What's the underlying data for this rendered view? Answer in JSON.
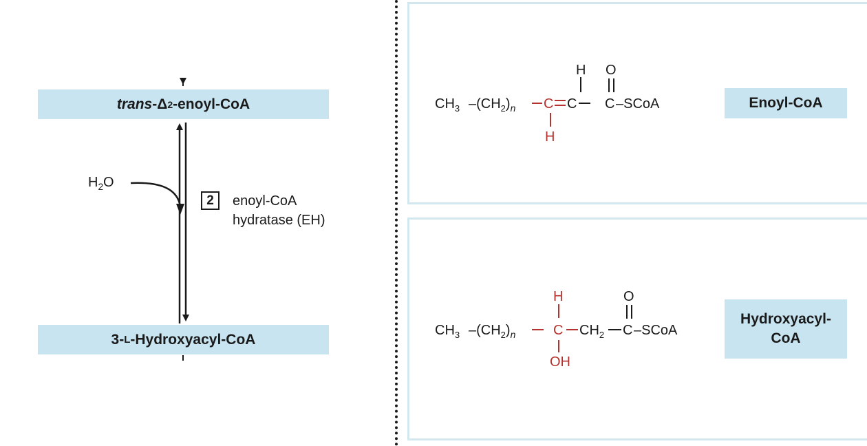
{
  "pathway": {
    "top_label": {
      "italic": "trans",
      "rest": "-Δ",
      "sup": "2",
      "tail": "-enoyl-CoA"
    },
    "bottom_label": {
      "prefix": "3-",
      "smallcaps": "L",
      "tail": "-Hydroxyacyl-CoA"
    },
    "water": {
      "main": "H",
      "sub": "2",
      "tail": "O"
    },
    "enzyme": {
      "number": "2",
      "line1": "enoyl-CoA",
      "line2": "hydratase (EH)"
    }
  },
  "structures": {
    "enoyl": {
      "ch3": "CH",
      "ch3_sub": "3",
      "chain": "–(CH",
      "chain_sub": "2",
      "chain_close": ")",
      "n": "n",
      "double_c1": "C",
      "double_c2": "C",
      "carbonyl_c": "C",
      "h_top": "H",
      "h_bottom": "H",
      "o": "O",
      "scoa": "–SCoA",
      "name": "Enoyl-CoA"
    },
    "hydroxy": {
      "ch3": "CH",
      "ch3_sub": "3",
      "chain": "–(CH",
      "chain_sub": "2",
      "chain_close": ")",
      "n": "n",
      "c_alpha": "C",
      "ch2": "CH",
      "ch2_sub": "2",
      "carbonyl_c": "C",
      "h_top": "H",
      "oh": "OH",
      "o": "O",
      "scoa": "–SCoA",
      "name_line1": "Hydroxyacyl-",
      "name_line2": "CoA"
    }
  },
  "colors": {
    "highlight": "#b5332e",
    "label_fill": "#c8e4f0",
    "panel_border": "#d3e8ee",
    "ink": "#1a1a1a"
  }
}
